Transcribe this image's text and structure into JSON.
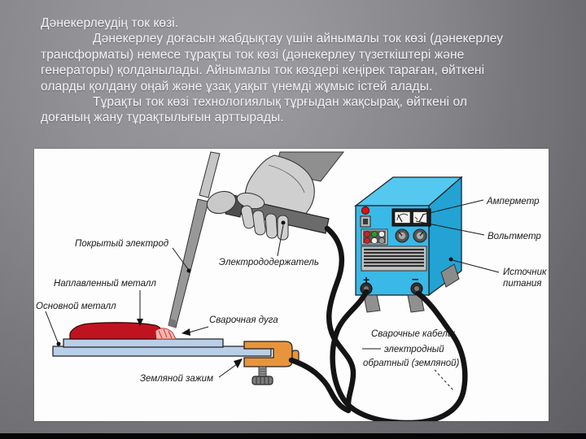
{
  "intro": {
    "lines": [
      "Дәнекерлеудің ток көзі.",
      "Дәнекерлеу доғасын жабдықтау үшін айнымалы ток көзі (дәнекерлеу",
      "трансформаты) немесе тұрақты ток көзі (дәнекерлеу түзеткіштері және",
      "генераторы) қолданылады. Айнымалы ток көздері кеңірек тараған, өйткені",
      "оларды қолдану оңай және ұзақ уақыт үнемді жұмыс істей алады.",
      "Тұрақты ток көзі технологиялық тұрғыдан жақсырақ, өйткені ол",
      "доғаның жану тұрақтылығын арттырады."
    ]
  },
  "diagram": {
    "labels": {
      "coated_electrode": "Покрытый электрод",
      "electrode_holder": "Электрододержатель",
      "deposited_metal": "Наплавленный металл",
      "base_metal": "Основной металл",
      "welding_arc": "Сварочная дуга",
      "ground_clamp": "Земляной зажим",
      "ammeter": "Амперметр",
      "voltmeter": "Вольтметр",
      "power_source_line1": "Источник",
      "power_source_line2": "питания",
      "cables_title": "Сварочные кабели:",
      "cable_electrode": "электродный",
      "cable_return": "обратный (земляной)",
      "plus": "+",
      "minus": "–"
    },
    "colors": {
      "machine_front": "#38b9e8",
      "machine_top": "#55c8f0",
      "machine_side": "#23a3d4",
      "weld_red": "#c01320",
      "arc_pink": "#f2b6ae",
      "plate_blue": "#b9cfe8",
      "clamp_orange": "#e8943c",
      "glove_gray": "#cfcfcf",
      "sleeve_gray": "#8f8f8f",
      "handle_gray": "#6b6b6b",
      "electrode_gray": "#989898",
      "cable_black": "#141414",
      "slide_bg": "#8a8a8f",
      "text_white": "#f4f4f6"
    }
  }
}
